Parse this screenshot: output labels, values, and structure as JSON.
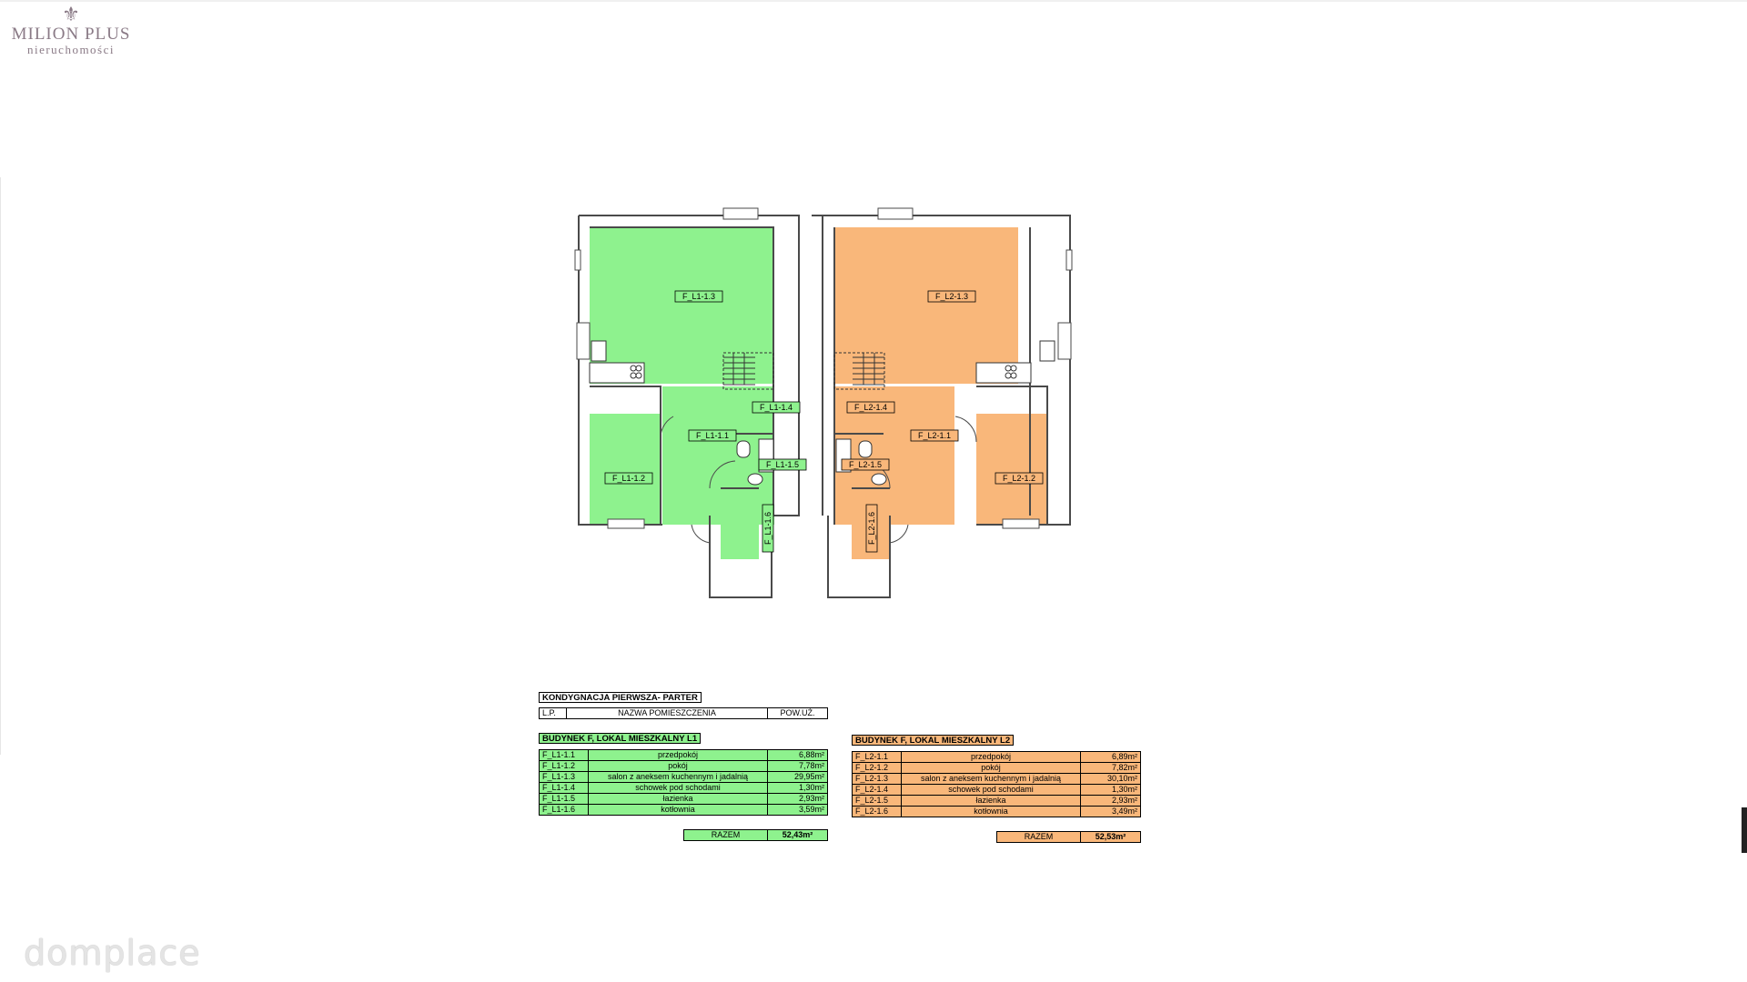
{
  "logo": {
    "brand": "MILION PLUS",
    "sub": "nieruchomości"
  },
  "watermark": "domplace",
  "colors": {
    "unit1": "#8ef28e",
    "unit2": "#f9b77a",
    "wall": "#4a4a4a"
  },
  "plan": {
    "labels": {
      "l1_3": "F_L1-1.3",
      "l1_4": "F_L1-1.4",
      "l1_1": "F_L1-1.1",
      "l1_5": "F_L1-1.5",
      "l1_2": "F_L1-1.2",
      "l1_6": "F_L1-1.6",
      "l2_3": "F_L2-1.3",
      "l2_4": "F_L2-1.4",
      "l2_1": "F_L2-1.1",
      "l2_5": "F_L2-1.5",
      "l2_2": "F_L2-1.2",
      "l2_6": "F_L2-1.6"
    }
  },
  "table": {
    "title": "KONDYGNACJA PIERWSZA- PARTER",
    "headers": [
      "L.P.",
      "NAZWA POMIESZCZENIA",
      "POW.UŻ."
    ],
    "unit1": {
      "title": "BUDYNEK F, LOKAL MIESZKALNY L1",
      "rows": [
        [
          "F_L1-1.1",
          "przedpokój",
          "6,88m²"
        ],
        [
          "F_L1-1.2",
          "pokój",
          "7,78m²"
        ],
        [
          "F_L1-1.3",
          "salon z aneksem kuchennym i jadalnią",
          "29,95m²"
        ],
        [
          "F_L1-1.4",
          "schowek pod schodami",
          "1,30m²"
        ],
        [
          "F_L1-1.5",
          "łazienka",
          "2,93m²"
        ],
        [
          "F_L1-1.6",
          "kotłownia",
          "3,59m²"
        ]
      ],
      "total_label": "RAZEM",
      "total_value": "52,43m²"
    },
    "unit2": {
      "title": "BUDYNEK F, LOKAL MIESZKALNY L2",
      "rows": [
        [
          "F_L2-1.1",
          "przedpokój",
          "6,89m²"
        ],
        [
          "F_L2-1.2",
          "pokój",
          "7,82m²"
        ],
        [
          "F_L2-1.3",
          "salon z aneksem kuchennym i jadalnią",
          "30,10m²"
        ],
        [
          "F_L2-1.4",
          "schowek pod schodami",
          "1,30m²"
        ],
        [
          "F_L2-1.5",
          "łazienka",
          "2,93m²"
        ],
        [
          "F_L2-1.6",
          "kotłownia",
          "3,49m²"
        ]
      ],
      "total_label": "RAZEM",
      "total_value": "52,53m²"
    }
  }
}
